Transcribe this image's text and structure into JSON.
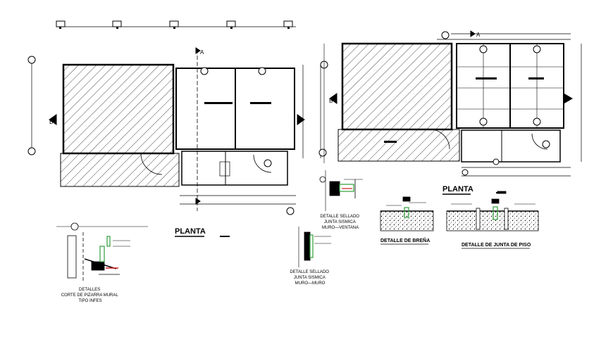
{
  "drawing": {
    "left_plan": {
      "title": "PLANTA",
      "section_marker_a": "A",
      "section_marker_b": "B"
    },
    "right_plan": {
      "title": "PLANTA",
      "section_marker_a": "A",
      "section_marker_b": "B"
    },
    "details": {
      "sellado_ventana": [
        "DETALLE SELLADO",
        "JUNTA SISMICA",
        "MURO—VENTANA"
      ],
      "sellado_muro": [
        "DETALLE SELLADO",
        "JUNTA SISMICA",
        "MURO—MURO"
      ],
      "corte_mural": [
        "DETALLES",
        "CORTE DE PIZARRA MURAL",
        "TIPO INFES"
      ],
      "brena": "DETALLE DE BREÑA",
      "junta_piso": "DETALLE DE JUNTA DE PISO"
    }
  },
  "colors": {
    "ink": "#000000",
    "accent_green": "#2e9e3a",
    "accent_red": "#d21f1f",
    "accent_blue": "#1f4fd2"
  }
}
